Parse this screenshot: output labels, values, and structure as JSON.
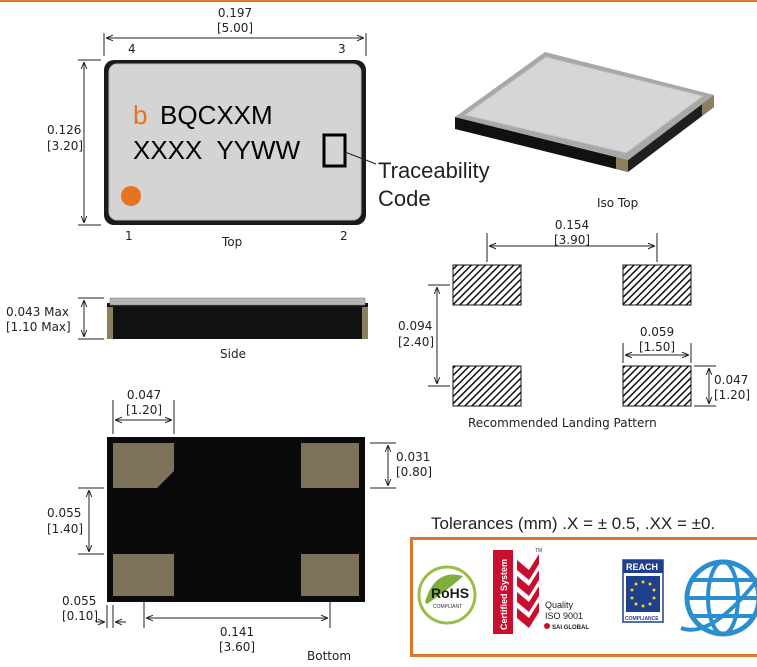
{
  "colors": {
    "accent": "#e8731f",
    "body": "#d4d4d4",
    "base": "#111111",
    "pad": "#7d7259",
    "certificate_border": "#d9772c"
  },
  "top_view": {
    "label": "Top",
    "width_dim": {
      "inch": "0.197",
      "mm": "[5.00]"
    },
    "height_dim": {
      "inch": "0.126",
      "mm": "[3.20]"
    },
    "pins": {
      "p1": "1",
      "p2": "2",
      "p3": "3",
      "p4": "4"
    },
    "marking": {
      "logo": "b",
      "line1": "BQCXXM",
      "line2": "XXXX  YYWW"
    },
    "callout": {
      "line1": "Traceability",
      "line2": "Code"
    }
  },
  "iso_view": {
    "label": "Iso Top"
  },
  "side_view": {
    "label": "Side",
    "height_dim": {
      "inch": "0.043 Max",
      "mm": "[1.10 Max]"
    }
  },
  "bottom_view": {
    "label": "Bottom",
    "pad_width": {
      "inch": "0.047",
      "mm": "[1.20]"
    },
    "pad_height": {
      "inch": "0.031",
      "mm": "[0.80]"
    },
    "pad_pitch_v": {
      "inch": "0.055",
      "mm": "[1.40]"
    },
    "edge_offset": {
      "inch": "0.055",
      "mm": "[0.10]"
    },
    "pad_pitch_h": {
      "inch": "0.141",
      "mm": "[3.60]"
    }
  },
  "landing": {
    "label": "Recommended Landing Pattern",
    "pitch_h": {
      "inch": "0.154",
      "mm": "[3.90]"
    },
    "pitch_v": {
      "inch": "0.094",
      "mm": "[2.40]"
    },
    "pad_w": {
      "inch": "0.059",
      "mm": "[1.50]"
    },
    "pad_h": {
      "inch": "0.047",
      "mm": "[1.20]"
    }
  },
  "tolerances": "Tolerances (mm)  .X = ± 0.5,  .XX = ±0.",
  "certifications": {
    "rohs": {
      "main": "RoHS",
      "sub": "COMPLIANT",
      "icon": "rohs-leaf-icon"
    },
    "iso": {
      "vertical": "Certified System",
      "tm": "TM",
      "line1": "Quality",
      "line2": "ISO 9001",
      "line3": "SAI GLOBAL",
      "icon": "sai-ticks-icon"
    },
    "reach": {
      "top": "REACH",
      "bottom": "COMPLIANCE",
      "icon": "eu-stars-icon"
    },
    "globe": {
      "icon": "globe-icon"
    }
  }
}
